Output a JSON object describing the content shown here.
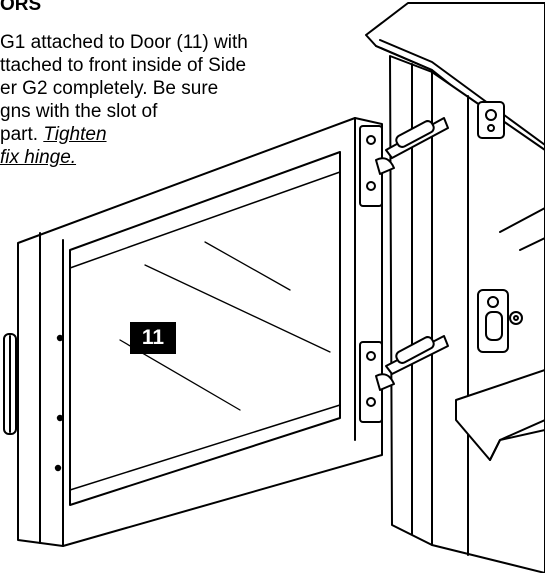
{
  "heading": "ORS",
  "instruction_lines": [
    "G1 attached to Door (11) with",
    "ttached to front inside of Side",
    "er G2 completely. Be sure",
    "gns with the slot of",
    "part. "
  ],
  "instruction_emph": [
    "Tighten",
    "fix hinge."
  ],
  "part_label": "11"
}
